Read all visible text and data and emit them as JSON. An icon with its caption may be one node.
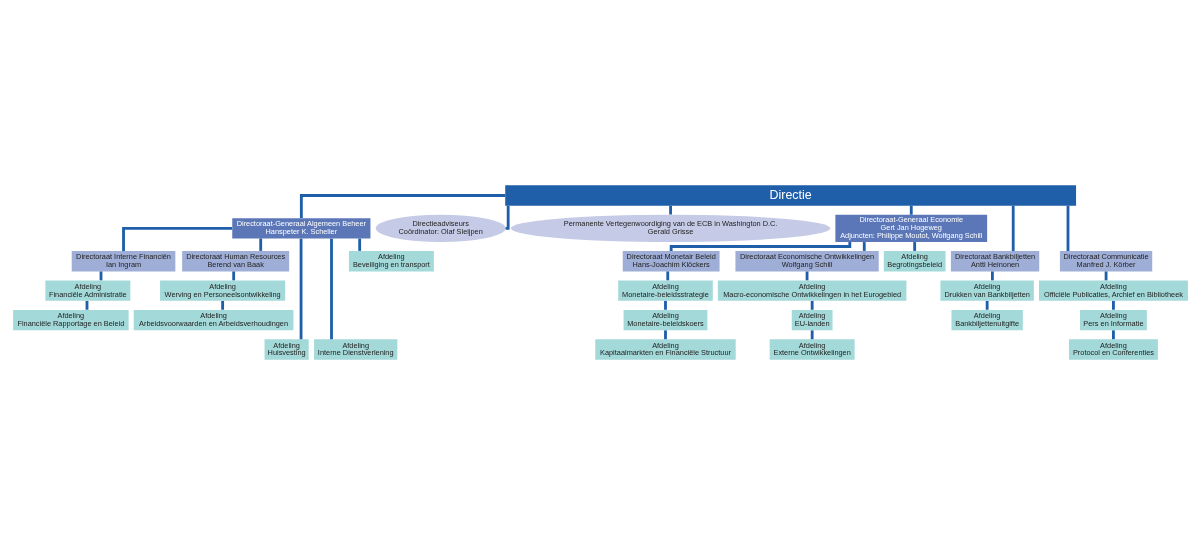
{
  "diagram": {
    "nodes": [
      {
        "text": [
          "Directie"
        ]
      },
      {
        "text": [
          "Directoraat-Generaal Algemeen Beheer",
          "Hanspeter K. Scheller"
        ]
      },
      {
        "text": [
          "Directieadviseurs",
          "Coördinator: Olaf Sleijpen"
        ]
      },
      {
        "text": [
          "Permanente Vertegenwoordiging van de ECB in Washington D.C.",
          "Gerald Grisse"
        ]
      },
      {
        "text": [
          "Directoraat-Generaal Economie",
          "Gert Jan Hogeweg",
          "Adjuncten: Philippe Moutot, Wolfgang Schill"
        ]
      },
      {
        "text": [
          "Directoraat Interne Financiën",
          "Ian Ingram"
        ]
      },
      {
        "text": [
          "Directoraat Human Resources",
          "Berend van Baak"
        ]
      },
      {
        "text": [
          "Directoraat Bankbiljetten",
          "Antti Heinonen"
        ]
      },
      {
        "text": [
          "Directoraat Communicatie",
          "Manfred J. Körber"
        ]
      },
      {
        "text": [
          "Directoraat Monetair Beleid",
          "Hans-Joachim Klöckers"
        ]
      },
      {
        "text": [
          "Directoraat Economische Ontwikkelingen",
          "Wolfgang Schill"
        ]
      },
      {
        "text": [
          "Afdeling",
          "Financiële Administratie"
        ]
      },
      {
        "text": [
          "Afdeling",
          "Werving en Personeelsontwikkeling"
        ]
      },
      {
        "text": [
          "Afdeling",
          "Drukken van Bankbiljetten"
        ]
      },
      {
        "text": [
          "Afdeling",
          "Officiële Publicaties, Archief en Bibliotheek"
        ]
      },
      {
        "text": [
          "Afdeling",
          "Monetaire-beleidsstrategie"
        ]
      },
      {
        "text": [
          "Afdeling",
          "Macro-economische Ontwikkelingen in het Eurogebied"
        ]
      },
      {
        "text": [
          "Afdeling",
          "Financiële Rapportage en Beleid"
        ]
      },
      {
        "text": [
          "Afdeling",
          "Arbeidsvoorwaarden en Arbeidsverhoudingen"
        ]
      },
      {
        "text": [
          "Afdeling",
          "Bankbiljettenuitgifte"
        ]
      },
      {
        "text": [
          "Afdeling",
          "Pers en Informatie"
        ]
      },
      {
        "text": [
          "Afdeling",
          "Monetaire-beleidskoers"
        ]
      },
      {
        "text": [
          "Afdeling",
          "EU-landen"
        ]
      },
      {
        "text": [
          "Afdeling",
          "Huisvesting"
        ]
      },
      {
        "text": [
          "Afdeling",
          "Interne Dienstverlening"
        ]
      },
      {
        "text": [
          "Afdeling",
          "Protocol en Conferenties"
        ]
      },
      {
        "text": [
          "Afdeling",
          "Kapitaalmarkten en Financiële Structuur"
        ]
      },
      {
        "text": [
          "Afdeling",
          "Externe Ontwikkelingen"
        ]
      },
      {
        "text": [
          "Afdeling",
          "Beveiliging en transport"
        ]
      },
      {
        "text": [
          "Afdeling",
          "Begrotingsbeleid"
        ]
      }
    ],
    "edges": [
      {
        "from": 0,
        "to": 1,
        "arrow": "none"
      },
      {
        "from": 0,
        "to": 2,
        "arrow": "none"
      },
      {
        "from": 0,
        "to": 7,
        "arrow": "none"
      },
      {
        "from": 0,
        "to": 3,
        "arrow": "none"
      },
      {
        "from": 0,
        "to": 8,
        "arrow": "none"
      },
      {
        "from": 0,
        "to": 4,
        "arrow": "none"
      },
      {
        "from": 1,
        "to": 5,
        "arrow": "none"
      },
      {
        "from": 1,
        "to": 6,
        "arrow": "none"
      },
      {
        "from": 1,
        "to": 23,
        "arrow": "none"
      },
      {
        "from": 1,
        "to": 24,
        "arrow": "none"
      },
      {
        "from": 1,
        "to": 28,
        "arrow": "none"
      },
      {
        "from": 5,
        "to": 11,
        "arrow": "none"
      },
      {
        "from": 11,
        "to": 17,
        "arrow": "none"
      },
      {
        "from": 6,
        "to": 12,
        "arrow": "none"
      },
      {
        "from": 12,
        "to": 18,
        "arrow": "none"
      },
      {
        "from": 7,
        "to": 13,
        "arrow": "none"
      },
      {
        "from": 13,
        "to": 19,
        "arrow": "none"
      },
      {
        "from": 8,
        "to": 14,
        "arrow": "none"
      },
      {
        "from": 14,
        "to": 20,
        "arrow": "none"
      },
      {
        "from": 20,
        "to": 25,
        "arrow": "none"
      },
      {
        "from": 4,
        "to": 9,
        "arrow": "none"
      },
      {
        "from": 4,
        "to": 10,
        "arrow": "none"
      },
      {
        "from": 4,
        "to": 29,
        "arrow": "none"
      },
      {
        "from": 9,
        "to": 15,
        "arrow": "none"
      },
      {
        "from": 15,
        "to": 21,
        "arrow": "none"
      },
      {
        "from": 21,
        "to": 26,
        "arrow": "none"
      },
      {
        "from": 10,
        "to": 16,
        "arrow": "none"
      },
      {
        "from": 16,
        "to": 22,
        "arrow": "none"
      },
      {
        "from": 22,
        "to": 27,
        "arrow": "none"
      }
    ]
  }
}
